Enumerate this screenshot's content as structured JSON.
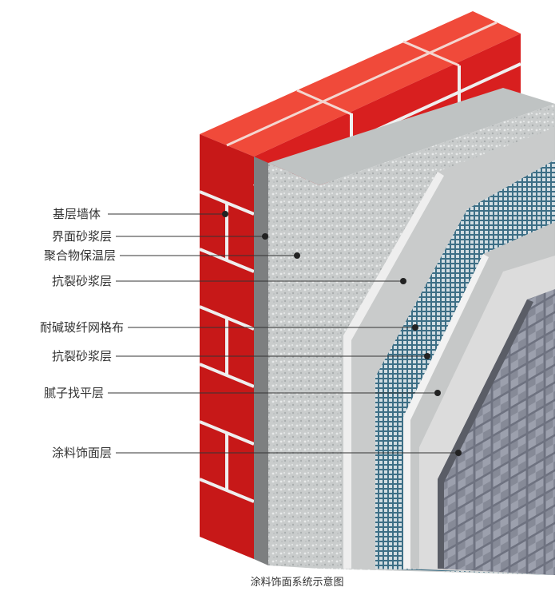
{
  "caption": "涂料饰面系统示意图",
  "layers": [
    {
      "label": "基层墙体"
    },
    {
      "label": "界面砂浆层"
    },
    {
      "label": "聚合物保温层"
    },
    {
      "label": "抗裂砂浆层"
    },
    {
      "label": "耐碱玻纤网格布"
    },
    {
      "label": "抗裂砂浆层"
    },
    {
      "label": "腻子找平层"
    },
    {
      "label": "涂料饰面层"
    }
  ],
  "colors": {
    "brick": "#e02020",
    "brick_top": "#f04a3a",
    "brick_side": "#a81212",
    "mortar": "#ececec",
    "insulation": "#c9cccc",
    "render": "#c4c6c6",
    "mesh": "#3d6f86",
    "putty": "#d9d9d9",
    "coating": "#8a8e9a"
  }
}
